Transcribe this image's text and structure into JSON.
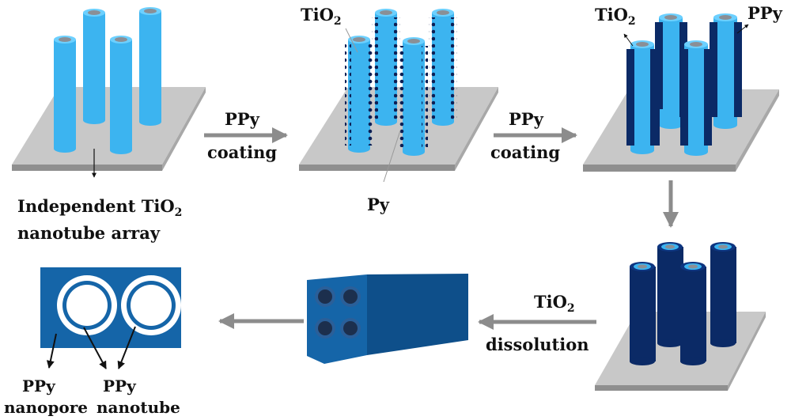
{
  "title": "Schematic of PPy nanotube / nanopore fabrication from TiO2 nanotube template",
  "colors": {
    "tio2_tube": "#3cb4f0",
    "tube_hole": "#8a8f96",
    "ppy_dark": "#0b2a66",
    "substrate_top": "#c8c8c8",
    "substrate_side": "#8f8f8f",
    "arrow": "#8c8c8c",
    "block_blue": "#1565a8"
  },
  "stages": {
    "s1": {
      "caption_line1": "Independent TiO",
      "caption_sub": "2",
      "caption_line2": "nanotube array"
    },
    "s2": {
      "tio2_label": "TiO",
      "tio2_sub": "2",
      "py_label": "Py"
    },
    "s3": {
      "tio2_label": "TiO",
      "tio2_sub": "2",
      "ppy_label": "PPy"
    },
    "s6": {
      "pore_label_1": "PPy",
      "pore_label_2": "nanopore",
      "tube_label_1": "PPy",
      "tube_label_2": "nanotube"
    }
  },
  "arrows": {
    "a1": {
      "top": "PPy",
      "bottom": "coating"
    },
    "a2": {
      "top": "PPy",
      "bottom": "coating"
    },
    "a4": {
      "top": "TiO",
      "top_sub": "2",
      "bottom": "dissolution"
    }
  }
}
